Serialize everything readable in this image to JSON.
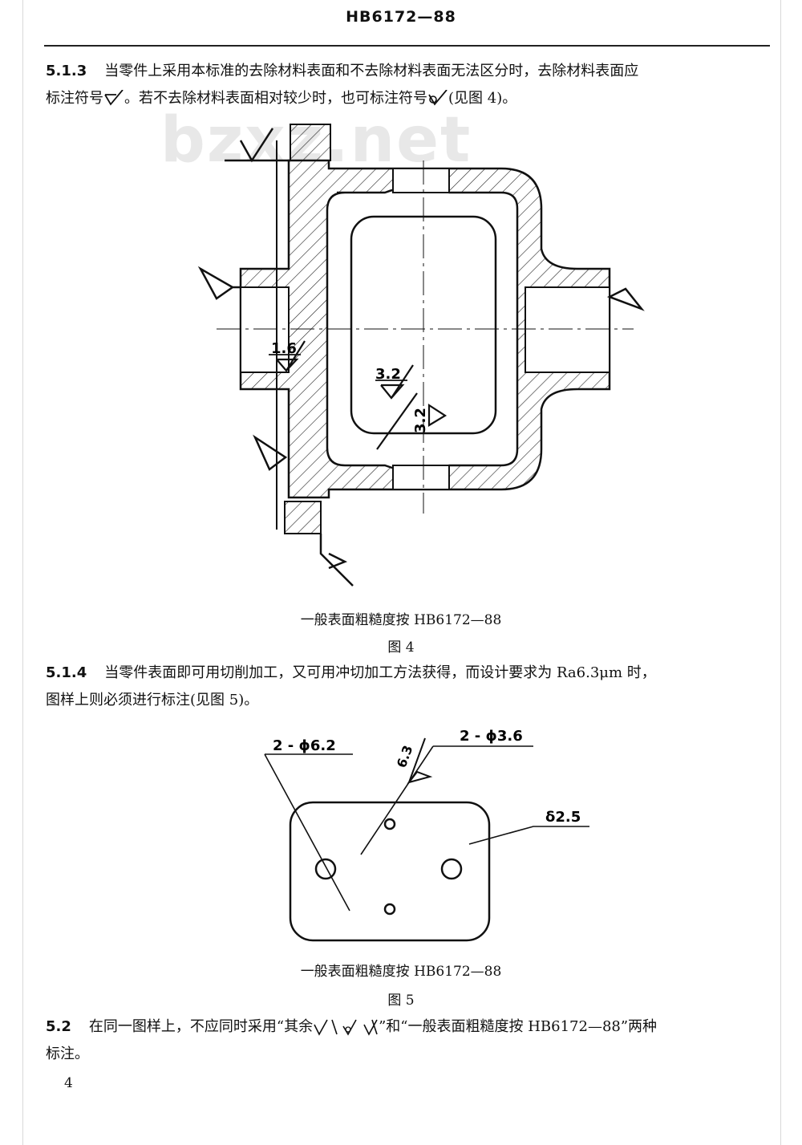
{
  "header": {
    "code": "HB6172—88"
  },
  "watermark": "bzxz.net",
  "section_513": {
    "number": "5.1.3",
    "text1": "当零件上采用本标准的去除材料表面和不去除材料表面无法区分时，去除材料表面应",
    "text2a": "标注符号",
    "text2b": "。若不去除材料表面相对较少时，也可标注符号",
    "text2c": "(见图 4)。"
  },
  "figure4": {
    "labels": {
      "ra1": "1.6",
      "ra2": "3.2",
      "ra3": "3.2"
    },
    "caption": "一般表面粗糙度按 HB6172—88",
    "label": "图 4"
  },
  "section_514": {
    "number": "5.1.4",
    "text1": "当零件表面即可用切削加工，又可用冲切加工方法获得，而设计要求为 Ra6.3μm 时，",
    "text2": "图样上则必须进行标注(见图 5)。"
  },
  "figure5": {
    "labels": {
      "hole_large": "2 - ϕ6.2",
      "hole_small": "2 - ϕ3.6",
      "roughness": "6.3",
      "thickness": "δ2.5"
    },
    "caption": "一般表面粗糙度按 HB6172—88",
    "label": "图 5"
  },
  "section_52": {
    "number": "5.2",
    "text1a": "在同一图样上，不应同时采用“其余",
    "text1b": "”和“一般表面粗糙度按 HB6172—88”两种",
    "text2": "标注。"
  },
  "page_number": "4"
}
